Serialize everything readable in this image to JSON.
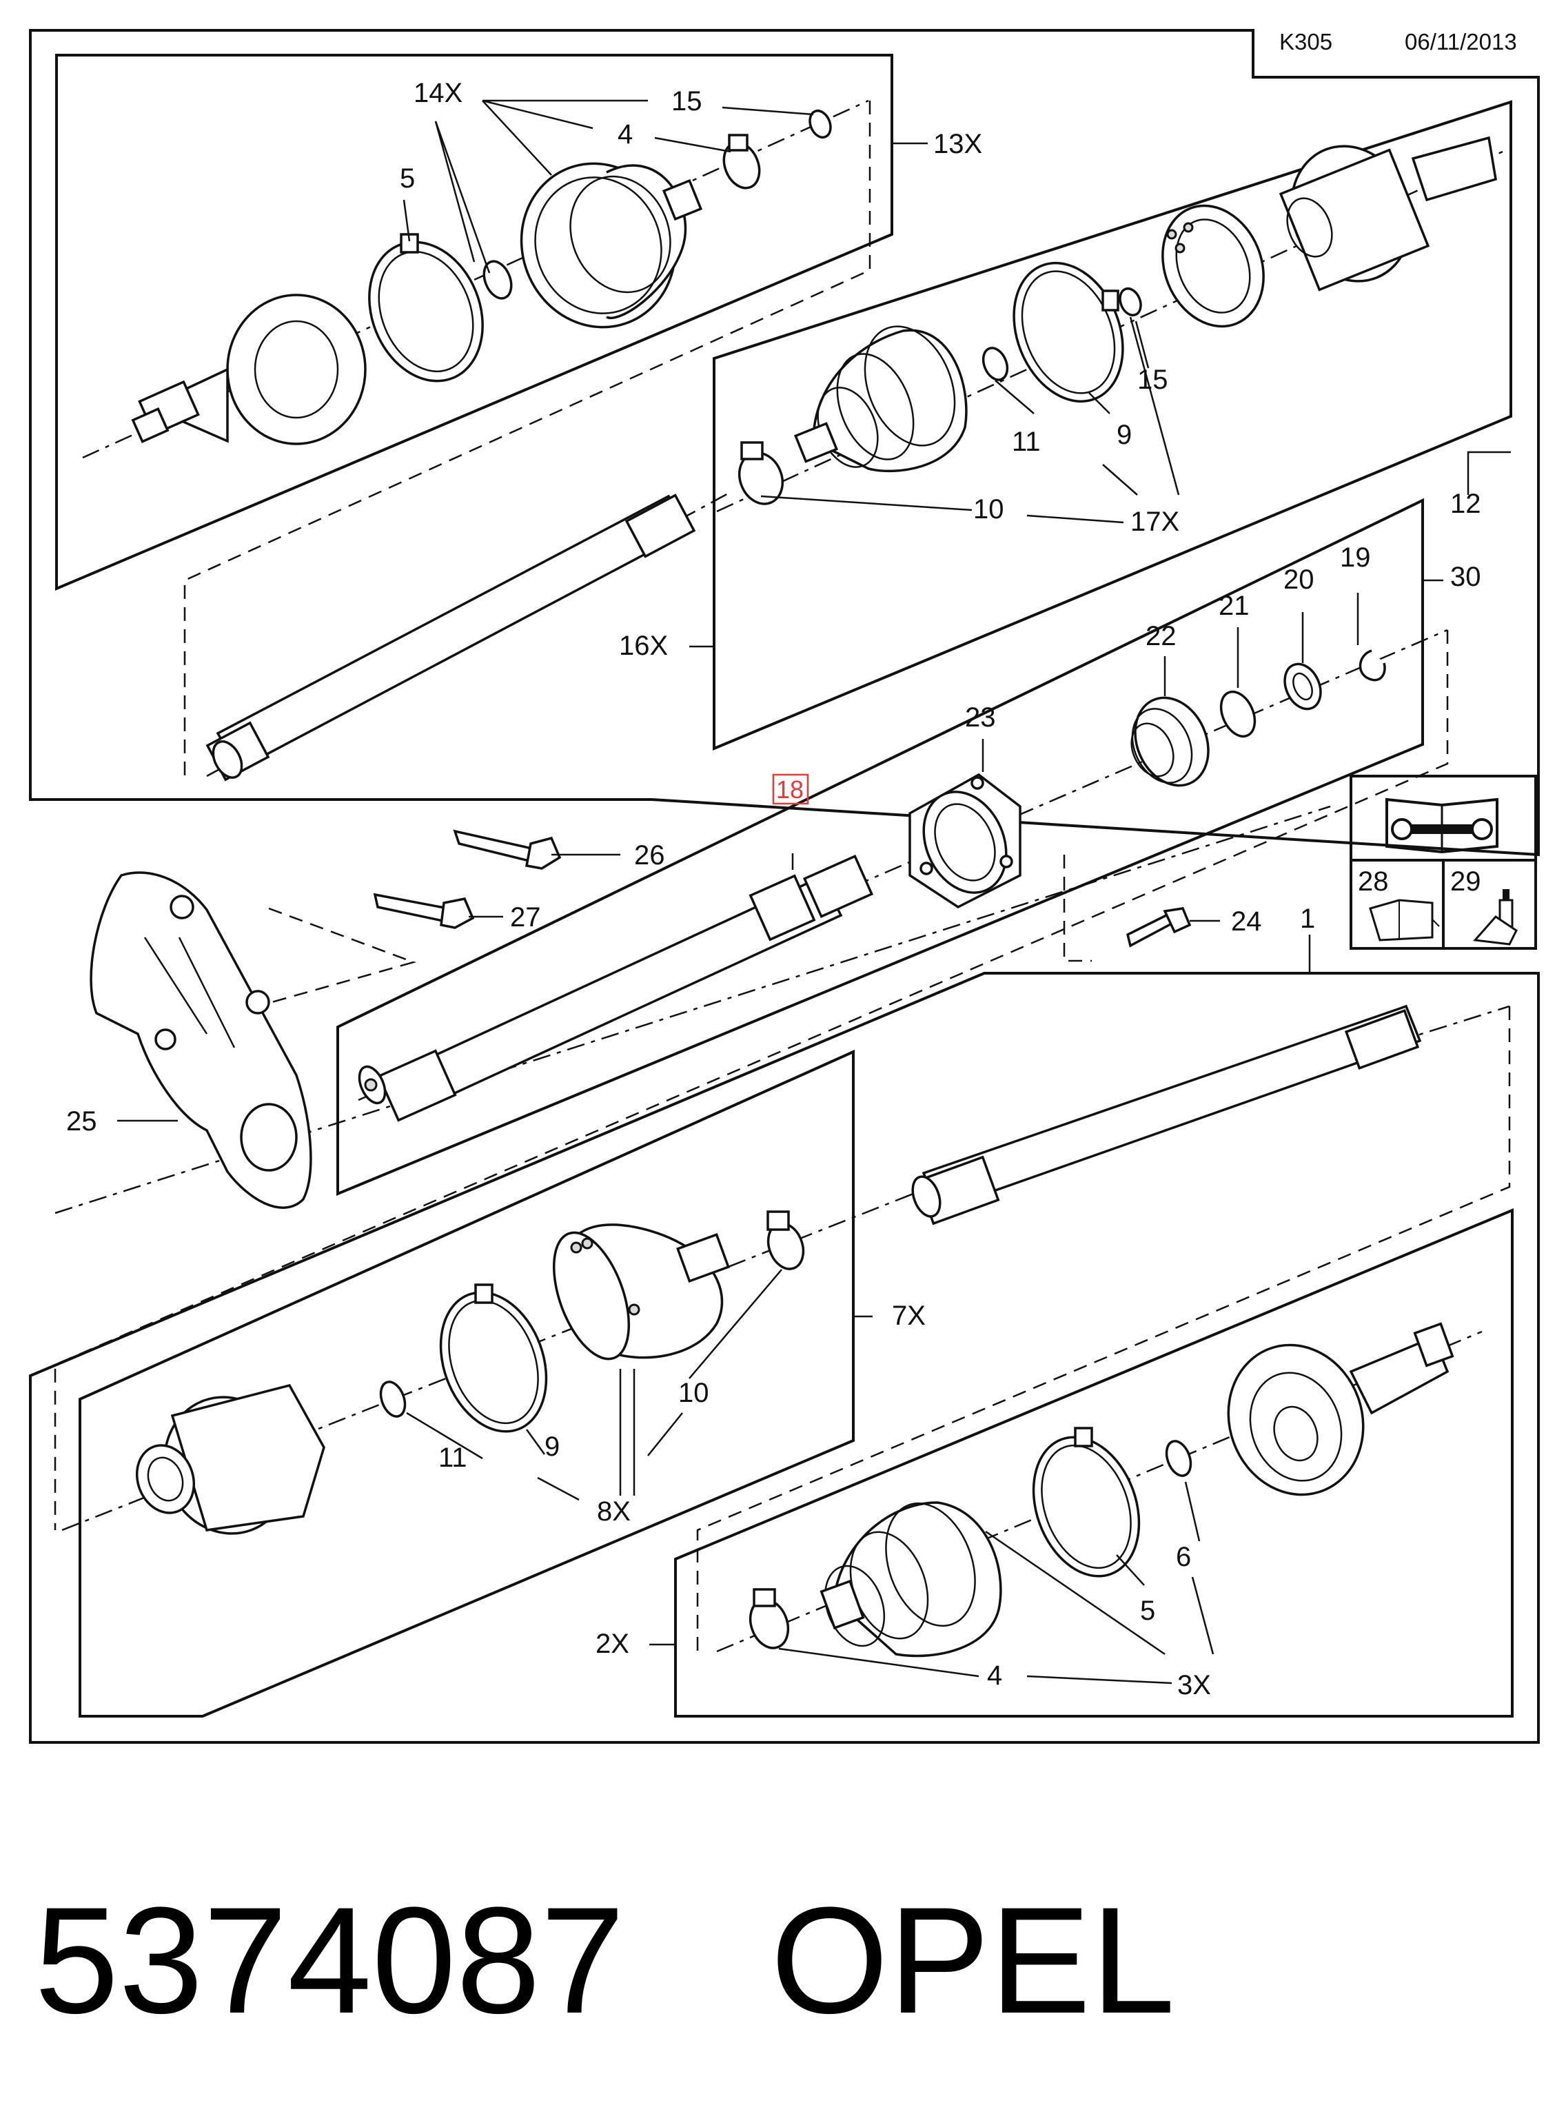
{
  "header": {
    "code": "K305",
    "date": "06/11/2013"
  },
  "labels": {
    "l1": "1",
    "l2x": "2X",
    "l3x": "3X",
    "l4a": "4",
    "l4b": "4",
    "l5a": "5",
    "l5b": "5",
    "l6": "6",
    "l7x": "7X",
    "l8x": "8X",
    "l9a": "9",
    "l9b": "9",
    "l10a": "10",
    "l10b": "10",
    "l11a": "11",
    "l11b": "11",
    "l12": "12",
    "l13x": "13X",
    "l14x": "14X",
    "l15a": "15",
    "l15b": "15",
    "l16x": "16X",
    "l17x": "17X",
    "l18": "18",
    "l19": "19",
    "l20": "20",
    "l21": "21",
    "l22": "22",
    "l23": "23",
    "l24": "24",
    "l25": "25",
    "l26": "26",
    "l27": "27",
    "l28": "28",
    "l29": "29",
    "l30": "30"
  },
  "highlight": {
    "part": "18",
    "color": "#e03a3a"
  },
  "footer": {
    "part_number": "5374087",
    "brand": "OPEL"
  },
  "icons": [
    "manual-wrench-icon",
    "grease-can-icon",
    "sealant-tube-icon"
  ]
}
